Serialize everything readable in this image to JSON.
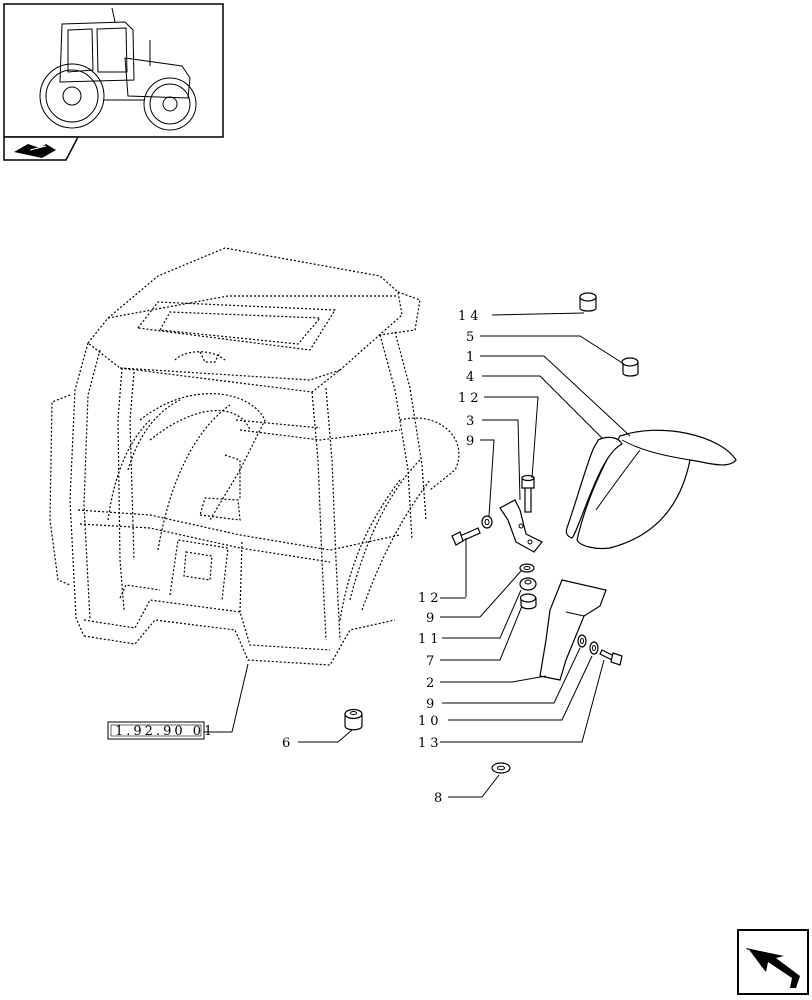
{
  "reference": {
    "code": "1.92.90 01"
  },
  "callouts": [
    {
      "id": "c14",
      "label": "14"
    },
    {
      "id": "c5",
      "label": "5"
    },
    {
      "id": "c1",
      "label": "1"
    },
    {
      "id": "c4",
      "label": "4"
    },
    {
      "id": "c12a",
      "label": "12"
    },
    {
      "id": "c3",
      "label": "3"
    },
    {
      "id": "c9a",
      "label": "9"
    },
    {
      "id": "c12b",
      "label": "12"
    },
    {
      "id": "c9b",
      "label": "9"
    },
    {
      "id": "c11",
      "label": "11"
    },
    {
      "id": "c7",
      "label": "7"
    },
    {
      "id": "c2",
      "label": "2"
    },
    {
      "id": "c9c",
      "label": "9"
    },
    {
      "id": "c10",
      "label": "10"
    },
    {
      "id": "c13",
      "label": "13"
    },
    {
      "id": "c6",
      "label": "6"
    },
    {
      "id": "c8",
      "label": "8"
    }
  ],
  "icons": {
    "thumbnail": "tractor-thumbnail-icon",
    "section": "part-section-icon",
    "navigation": "next-page-arrow-icon"
  }
}
